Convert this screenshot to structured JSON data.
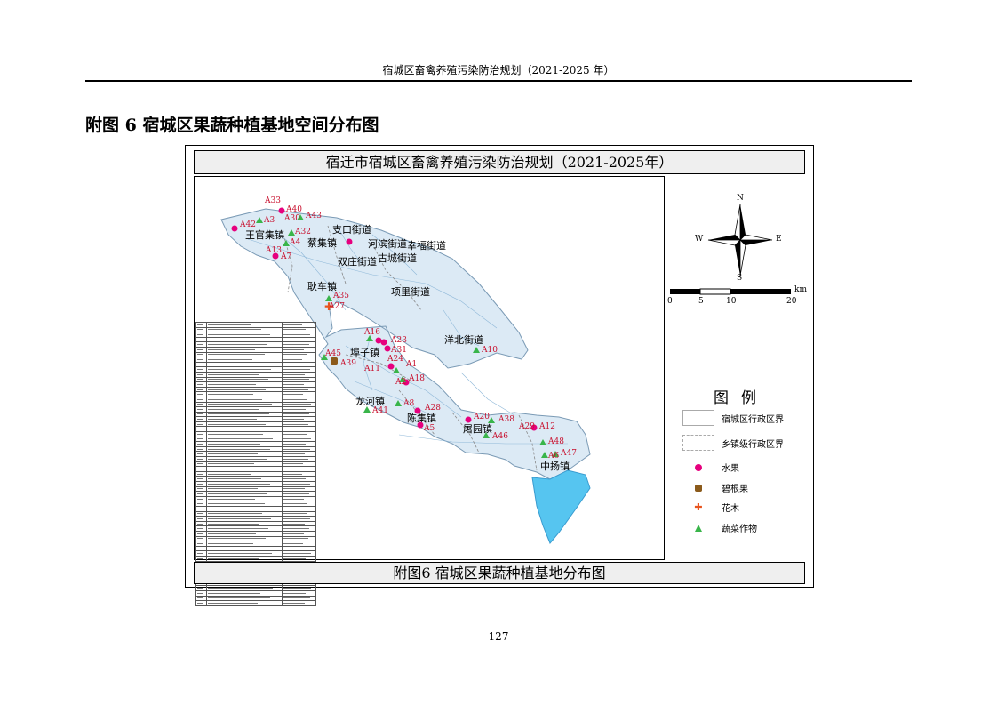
{
  "header": {
    "text": "宿城区畜禽养殖污染防治规划（2021-2025 年）"
  },
  "section_title": "附图 6 宿城区果蔬种植基地空间分布图",
  "map": {
    "title": "宿迁市宿城区畜禽养殖污染防治规划（2021-2025年）",
    "bottom_title": "附图6  宿城区果蔬种植基地分布图",
    "compass": {
      "n": "N",
      "s": "S",
      "e": "E",
      "w": "W"
    },
    "scale": {
      "unit": "km",
      "ticks": [
        "0",
        "5",
        "10",
        "20"
      ]
    },
    "legend": {
      "title": "图例",
      "items": [
        {
          "label": "宿城区行政区界"
        },
        {
          "label": "乡镇级行政区界"
        },
        {
          "label": "水果",
          "color": "#e6007e"
        },
        {
          "label": "碧根果",
          "color": "#8b5a1b"
        },
        {
          "label": "花木",
          "color": "#e8541e"
        },
        {
          "label": "蔬菜作物",
          "color": "#39b54a"
        }
      ]
    },
    "place_labels": [
      "王官集镇",
      "蔡集镇",
      "支口街道",
      "河滨街道",
      "幸福街道",
      "双庄街道",
      "古城街道",
      "耿车镇",
      "项里街道",
      "洋北街道",
      "埠子镇",
      "龙河镇",
      "陈集镇",
      "屠园镇",
      "中扬镇"
    ],
    "sites": [
      "A33",
      "A40",
      "A30",
      "A43",
      "A3",
      "A42",
      "A32",
      "A4",
      "A13",
      "A7",
      "A35",
      "A27",
      "A16",
      "A23",
      "A31",
      "A24",
      "A1",
      "A11",
      "A18",
      "A2",
      "A39",
      "A45",
      "A41",
      "A8",
      "A28",
      "A5",
      "A20",
      "A38",
      "A46",
      "A12",
      "A29",
      "A48",
      "A47",
      "A6",
      "A10"
    ]
  },
  "page_number": "127"
}
